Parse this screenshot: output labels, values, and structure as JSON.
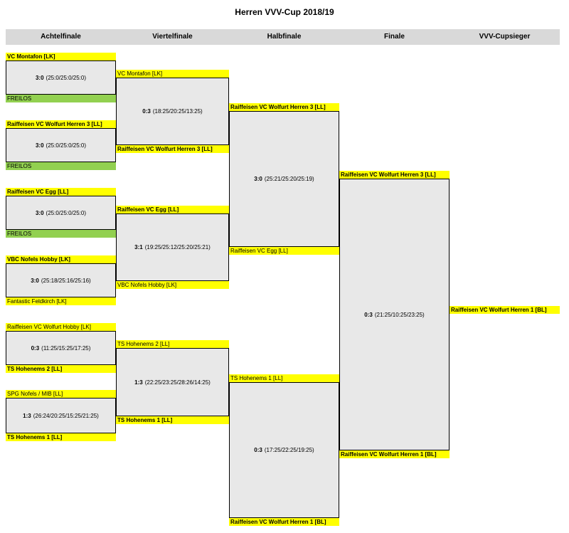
{
  "title": "Herren VVV-Cup 2018/19",
  "columns": [
    "Achtelfinale",
    "Viertelfinale",
    "Halbfinale",
    "Finale",
    "VVV-Cupsieger"
  ],
  "r16": {
    "m1": {
      "top": "VC Montafon [LK]",
      "bottom": "FREILOS",
      "score": "3:0",
      "sets": "(25:0/25:0/25:0)"
    },
    "m2": {
      "top": "Raiffeisen VC Wolfurt Herren 3 [LL]",
      "bottom": "FREILOS",
      "score": "3:0",
      "sets": "(25:0/25:0/25:0)"
    },
    "m3": {
      "top": "Raiffeisen VC Egg [LL]",
      "bottom": "FREILOS",
      "score": "3:0",
      "sets": "(25:0/25:0/25:0)"
    },
    "m4": {
      "top": "VBC Nofels Hobby [LK]",
      "bottom": "Fantastic Feldkirch [LK]",
      "score": "3:0",
      "sets": "(25:18/25:16/25:16)"
    },
    "m5": {
      "top": "Raiffeisen VC Wolfurt Hobby [LK]",
      "bottom": "TS Hohenems 2 [LL]",
      "score": "0:3",
      "sets": "(11:25/15:25/17:25)"
    },
    "m6": {
      "top": "SPG Nofels / MIB [LL]",
      "bottom": "TS Hohenems 1 [LL]",
      "score": "1:3",
      "sets": "(26:24/20:25/15:25/21:25)"
    }
  },
  "qf": {
    "m1": {
      "top": "VC Montafon [LK]",
      "bottom": "Raiffeisen VC Wolfurt Herren 3 [LL]",
      "score": "0:3",
      "sets": "(18:25/20:25/13:25)"
    },
    "m2": {
      "top": "Raiffeisen VC Egg [LL]",
      "bottom": "VBC Nofels Hobby [LK]",
      "score": "3:1",
      "sets": "(19:25/25:12/25:20/25:21)"
    },
    "m3": {
      "top": "TS Hohenems 2 [LL]",
      "bottom": "TS Hohenems 1 [LL]",
      "score": "1:3",
      "sets": "(22:25/23:25/28:26/14:25)"
    }
  },
  "sf": {
    "m1": {
      "top": "Raiffeisen VC Wolfurt Herren 3 [LL]",
      "bottom": "Raiffeisen VC Egg [LL]",
      "score": "3:0",
      "sets": "(25:21/25:20/25:19)"
    },
    "m2": {
      "top": "TS Hohenems 1 [LL]",
      "bottom": "Raiffeisen VC Wolfurt Herren 1 [BL]",
      "score": "0:3",
      "sets": "(17:25/22:25/19:25)"
    }
  },
  "final": {
    "top": "Raiffeisen VC Wolfurt Herren 3 [LL]",
    "bottom": "Raiffeisen VC Wolfurt Herren 1 [BL]",
    "score": "0:3",
    "sets": "(21:25/10:25/23:25)"
  },
  "winner": "Raiffeisen VC Wolfurt Herren 1 [BL]"
}
